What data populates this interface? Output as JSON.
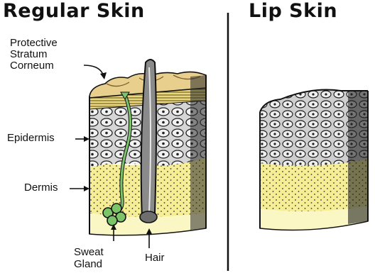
{
  "titles": {
    "left": "Regular Skin",
    "right": "Lip Skin"
  },
  "labels": {
    "stratum_line1": "Protective",
    "stratum_line2": "Stratum",
    "stratum_line3": "Corneum",
    "epidermis": "Epidermis",
    "dermis": "Dermis",
    "sweat_line1": "Sweat",
    "sweat_line2": "Gland",
    "hair": "Hair"
  },
  "colors": {
    "stratum_tan": "#e8cf8e",
    "stratum_dark": "#c9a55e",
    "layer_yellow": "#f3eb86",
    "epidermis_gray": "#cfcfcf",
    "dermis_yellow": "#f7f09a",
    "dermis_pale": "#fbf7c4",
    "sweat_green": "#7cc46a",
    "hair_gray": "#8a8a8a",
    "outline": "#111111"
  }
}
